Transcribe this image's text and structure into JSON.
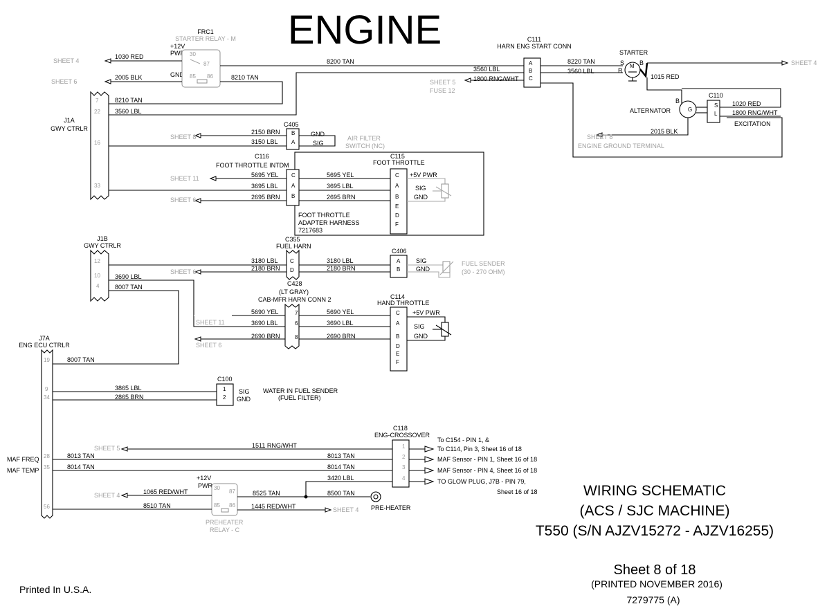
{
  "title": "ENGINE",
  "footer": {
    "printed_in": "Printed In U.S.A.",
    "block": [
      "WIRING SCHEMATIC",
      "(ACS / SJC MACHINE)",
      "T550 (S/N AJZV15272 - AJZV16255)"
    ],
    "sheet": "Sheet 8 of 18",
    "printed": "(PRINTED NOVEMBER 2016)",
    "docnum": "7279775 (A)"
  },
  "connectors": {
    "frc1": [
      "FRC1",
      "STARTER RELAY - M"
    ],
    "c111": [
      "C111",
      "HARN ENG START CONN"
    ],
    "starter": "STARTER",
    "alternator": "ALTERNATOR",
    "c110": "C110",
    "excitation": "EXCITATION",
    "eng_ground": "ENGINE GROUND TERMINAL",
    "j1a": [
      "J1A",
      "GWY CTRLR"
    ],
    "c405": "C405",
    "air_filter": [
      "AIR FILTER",
      "SWITCH (NC)"
    ],
    "c116": [
      "C116",
      "FOOT THROTTLE INTDM"
    ],
    "c115": [
      "C115",
      "FOOT THROTTLE"
    ],
    "adapter": [
      "FOOT THROTTLE",
      "ADAPTER HARNESS",
      "7217683"
    ],
    "j1b": [
      "J1B",
      "GWY CTRLR"
    ],
    "c355": [
      "C355",
      "FUEL HARN"
    ],
    "c406": "C406",
    "fuel_sender": [
      "FUEL SENDER",
      "(30 - 270 OHM)"
    ],
    "c428": [
      "C428",
      "(LT GRAY)",
      "CAB-MFR HARN CONN 2"
    ],
    "c114": [
      "C114",
      "HAND THROTTLE"
    ],
    "j7a": [
      "J7A",
      "ENG ECU CTRLR"
    ],
    "c100": "C100",
    "water_sender": [
      "WATER IN FUEL SENDER",
      "(FUEL FILTER)"
    ],
    "c118": [
      "C118",
      "ENG-CROSSOVER"
    ],
    "preheater_relay": [
      "PREHEATER",
      "RELAY - C"
    ],
    "preheater": "PRE-HEATER",
    "maf_freq": "MAF FREQ",
    "maf_temp": "MAF TEMP"
  },
  "signals": {
    "v12": "+12V",
    "pwr": "PWR",
    "gnd": "GND",
    "sig": "SIG",
    "v5pwr": "+5V PWR",
    "s": "S",
    "r": "R",
    "b": "B",
    "m": "M",
    "g": "G",
    "l": "L"
  },
  "wires": {
    "w1030": "1030 RED",
    "w2005": "2005 BLK",
    "w8210a": "8210 TAN",
    "w8210b": "8210 TAN",
    "w3560a": "3560 LBL",
    "w8200": "8200 TAN",
    "w3560b": "3560 LBL",
    "w1800a": "1800 RNG/WHT",
    "w8220": "8220 TAN",
    "w3560c": "3560 LBL",
    "w1015": "1015 RED",
    "w1020": "1020 RED",
    "w1800b": "1800 RNG/WHT",
    "w2015": "2015 BLK",
    "w2150": "2150 BRN",
    "w3150": "3150 LBL",
    "w5695a": "5695 YEL",
    "w3695a": "3695 LBL",
    "w2695a": "2695 BRN",
    "w5695b": "5695 YEL",
    "w3695b": "3695 LBL",
    "w2695b": "2695 BRN",
    "w3180a": "3180 LBL",
    "w2180a": "2180 BRN",
    "w3180b": "3180 LBL",
    "w2180b": "2180 BRN",
    "w3690a": "3690 LBL",
    "w8007a": "8007 TAN",
    "w5690a": "5690 YEL",
    "w3690b": "3690 LBL",
    "w2690a": "2690 BRN",
    "w5690b": "5690 YEL",
    "w3690c": "3690 LBL",
    "w2690b": "2690 BRN",
    "w8007b": "8007 TAN",
    "w3865": "3865 LBL",
    "w2865": "2865 BRN",
    "w1511": "1511 RNG/WHT",
    "w8013a": "8013 TAN",
    "w8013b": "8013 TAN",
    "w8014a": "8014 TAN",
    "w8014b": "8014 TAN",
    "w3420": "3420 LBL",
    "w1065": "1065 RED/WHT",
    "w8525": "8525 TAN",
    "w8500": "8500 TAN",
    "w8510": "8510 TAN",
    "w1445": "1445 RED/WHT"
  },
  "references": {
    "sheet4a": "SHEET 4",
    "sheet6a": "SHEET 6",
    "sheet5a": "SHEET 5",
    "fuse12": "FUSE 12",
    "sheet4b": "SHEET 4",
    "sheet8a": "SHEET 8",
    "sheet8b": "SHEET 8",
    "sheet11a": "SHEET 11",
    "sheet6b": "SHEET 6",
    "sheet6c": "SHEET 6",
    "sheet11b": "SHEET 11",
    "sheet6d": "SHEET 6",
    "sheet5b": "SHEET 5",
    "sheet4c": "SHEET 4",
    "sheet4d": "SHEET 4"
  },
  "destinations": {
    "d1a": "To C154 - PIN 1, &",
    "d1b": "To C114, Pin 3,  Sheet 16 of 18",
    "d2": "MAF Sensor - PIN 1, Sheet 16 of 18",
    "d3": "MAF Sensor - PIN 4, Sheet 16 of 18",
    "d4a": "TO GLOW PLUG, J7B - PIN 79,",
    "d4b": "Sheet 16 of 18"
  },
  "pins": {
    "j1a": [
      "7",
      "22",
      "16",
      "33"
    ],
    "j1b": [
      "12",
      "10",
      "4"
    ],
    "j7a": [
      "19",
      "9",
      "34",
      "28",
      "35",
      "56"
    ],
    "relay": [
      "30",
      "87",
      "85",
      "86"
    ],
    "c111": [
      "A",
      "B",
      "C"
    ],
    "c405": [
      "B",
      "A"
    ],
    "c116": [
      "C",
      "A",
      "B"
    ],
    "c115": [
      "C",
      "A",
      "B",
      "E",
      "D",
      "F"
    ],
    "c355": [
      "C",
      "D"
    ],
    "c406": [
      "A",
      "B"
    ],
    "c428": [
      "7",
      "6",
      "8"
    ],
    "c114": [
      "C",
      "A",
      "B",
      "D",
      "E",
      "F"
    ],
    "c100": [
      "1",
      "2"
    ],
    "c118": [
      "1",
      "2",
      "3",
      "4"
    ]
  }
}
